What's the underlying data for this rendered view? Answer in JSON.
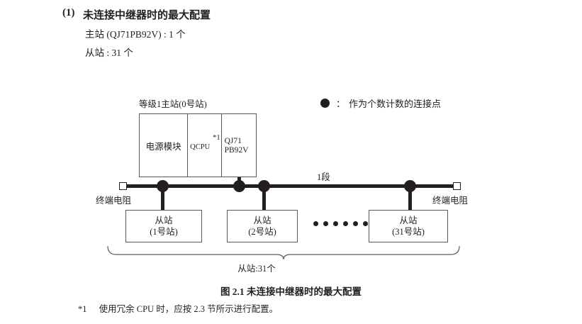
{
  "heading": {
    "number": "(1)",
    "title": "未连接中继器时的最大配置",
    "spec_master": "主站 (QJ71PB92V) : 1 个",
    "spec_slave": "从站 : 31 个"
  },
  "legend": {
    "symbol": "●",
    "colon": "：",
    "text": "作为个数计数的连接点"
  },
  "diagram": {
    "master_caption": "等级1主站(0号站)",
    "master_rack": {
      "power_module": "电源模块",
      "cpu": "QCPU",
      "cpu_footnote": "*1",
      "master_module_line1": "QJ71",
      "master_module_line2": "PB92V"
    },
    "segment_label": "1段",
    "terminator_left_label": "终端电阻",
    "terminator_right_label": "终端电阻",
    "slaves": [
      {
        "name": "从站",
        "station": "(1号站)"
      },
      {
        "name": "从站",
        "station": "(2号站)"
      },
      {
        "name": "从站",
        "station": "(31号站)"
      }
    ],
    "ellipsis_count": 6,
    "brace_label": "从站:31个"
  },
  "figure_caption": "图 2.1  未连接中继器时的最大配置",
  "footnote": {
    "mark": "*1",
    "text": "使用冗余 CPU 时，应按 2.3 节所示进行配置。"
  },
  "colors": {
    "ink": "#231f20",
    "box_border": "#58595b",
    "background": "#ffffff"
  }
}
